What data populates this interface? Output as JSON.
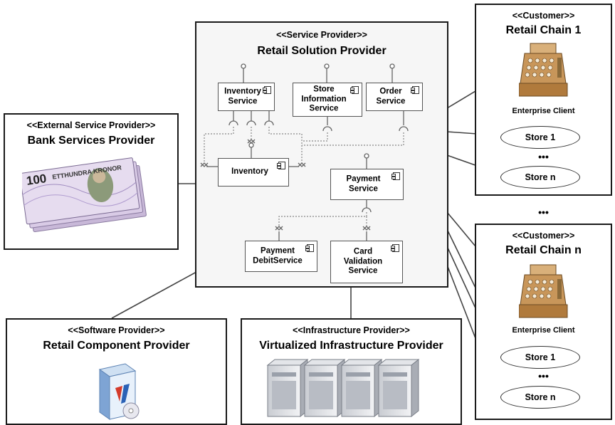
{
  "service_provider": {
    "stereotype": "<<Service Provider>>",
    "name": "Retail Solution Provider"
  },
  "components": {
    "inventory_service": "Inventory Service",
    "store_info_service": "Store Information Service",
    "order_service": "Order Service",
    "inventory": "Inventory",
    "payment_service": "Payment Service",
    "payment_debit": "Payment DebitService",
    "card_validation": "Card Validation Service"
  },
  "bank": {
    "stereotype": "<<External Service Provider>>",
    "name": "Bank Services Provider",
    "note_text": "ETTHUNDRA KRONOR",
    "note_value": "100"
  },
  "software": {
    "stereotype": "<<Software Provider>>",
    "name": "Retail Component Provider"
  },
  "infra": {
    "stereotype": "<<Infrastructure Provider>>",
    "name": "Virtualized Infrastructure Provider"
  },
  "customer1": {
    "stereotype": "<<Customer>>",
    "name": "Retail Chain 1",
    "client": "Enterprise Client",
    "store_a": "Store 1",
    "dots": "•••",
    "store_b": "Store n"
  },
  "customer_n": {
    "stereotype": "<<Customer>>",
    "name": "Retail Chain n",
    "client": "Enterprise Client",
    "store_a": "Store 1",
    "dots": "•••",
    "store_b": "Store n"
  },
  "between_dots": "•••"
}
